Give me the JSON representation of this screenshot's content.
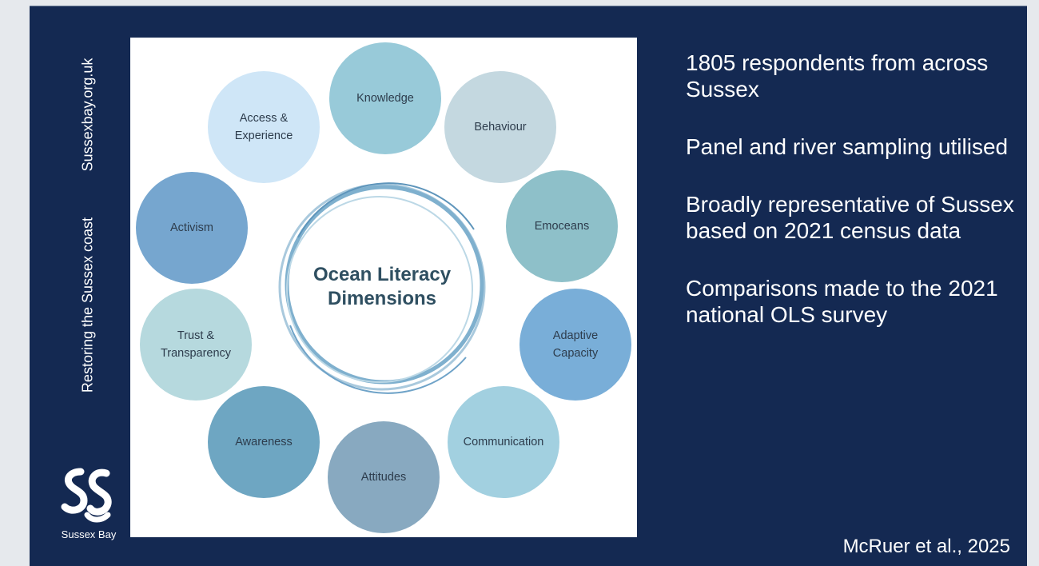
{
  "sidebar": {
    "website": "Sussexbay.org.uk",
    "tagline": "Restoring the Sussex coast",
    "logo_text": "Sussex Bay"
  },
  "diagram": {
    "title_line1": "Ocean Literacy",
    "title_line2": "Dimensions",
    "dimensions": [
      {
        "label": "Knowledge",
        "color": "#98cad9"
      },
      {
        "label": "Behaviour",
        "color": "#c4d8e0"
      },
      {
        "label": "Emoceans",
        "color": "#8ec0c9"
      },
      {
        "label_lines": [
          "Adaptive",
          "Capacity"
        ],
        "color": "#79aed8"
      },
      {
        "label": "Communication",
        "color": "#a2d0e0"
      },
      {
        "label": "Attitudes",
        "color": "#88a9c0"
      },
      {
        "label": "Awareness",
        "color": "#6ea6c2"
      },
      {
        "label_lines": [
          "Trust &",
          "Transparency"
        ],
        "color": "#b6d9de"
      },
      {
        "label": "Activism",
        "color": "#76a6cf"
      },
      {
        "label_lines": [
          "Access &",
          "Experience"
        ],
        "color": "#cfe6f7"
      }
    ]
  },
  "bullets": [
    "1805 respondents from across Sussex",
    "Panel and river sampling utilised",
    "Broadly representative of Sussex based on 2021 census data",
    "Comparisons made to the 2021 national OLS survey"
  ],
  "citation": "McRuer et al., 2025",
  "colors": {
    "slide_background": "#142952",
    "page_background": "#e6e9ed",
    "text": "#ffffff",
    "center_title": "#2f4f61"
  }
}
